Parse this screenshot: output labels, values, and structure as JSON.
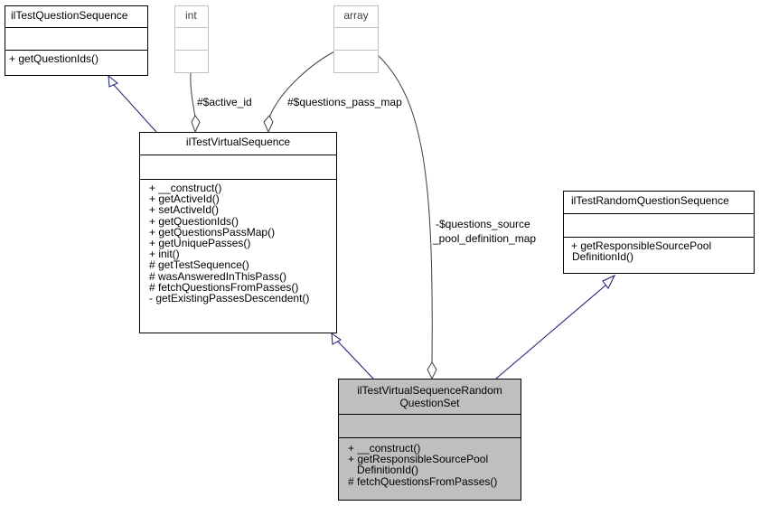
{
  "classes": {
    "question_sequence": {
      "name": "ilTestQuestionSequence",
      "operations": [
        "+ getQuestionIds()"
      ]
    },
    "int_type": {
      "name": "int"
    },
    "array_type": {
      "name": "array"
    },
    "virtual_sequence": {
      "name": "ilTestVirtualSequence",
      "operations": [
        "+ __construct()",
        "+ getActiveId()",
        "+ setActiveId()",
        "+ getQuestionIds()",
        "+ getQuestionsPassMap()",
        "+ getUniquePasses()",
        "+ init()",
        "# getTestSequence()",
        "# wasAnsweredInThisPass()",
        "# fetchQuestionsFromPasses()",
        "- getExistingPassesDescendent()"
      ]
    },
    "random_question_sequence": {
      "name": "ilTestRandomQuestionSequence",
      "operations": [
        "+ getResponsibleSourcePool",
        "DefinitionId()"
      ]
    },
    "random_question_set": {
      "name_lines": [
        "ilTestVirtualSequenceRandom",
        "QuestionSet"
      ],
      "operations": [
        "+ __construct()",
        "+ getResponsibleSourcePool",
        "DefinitionId()",
        "# fetchQuestionsFromPasses()"
      ]
    }
  },
  "edge_labels": {
    "active_id": "#$active_id",
    "questions_pass_map": "#$questions_pass_map",
    "source_pool_map": [
      "-$questions_source",
      "_pool_definition_map"
    ]
  },
  "colors": {
    "inheritance": "#191970",
    "association": "#404040",
    "selected_fill": "#bfbfbf",
    "phantom_border": "#bfbfbf"
  }
}
